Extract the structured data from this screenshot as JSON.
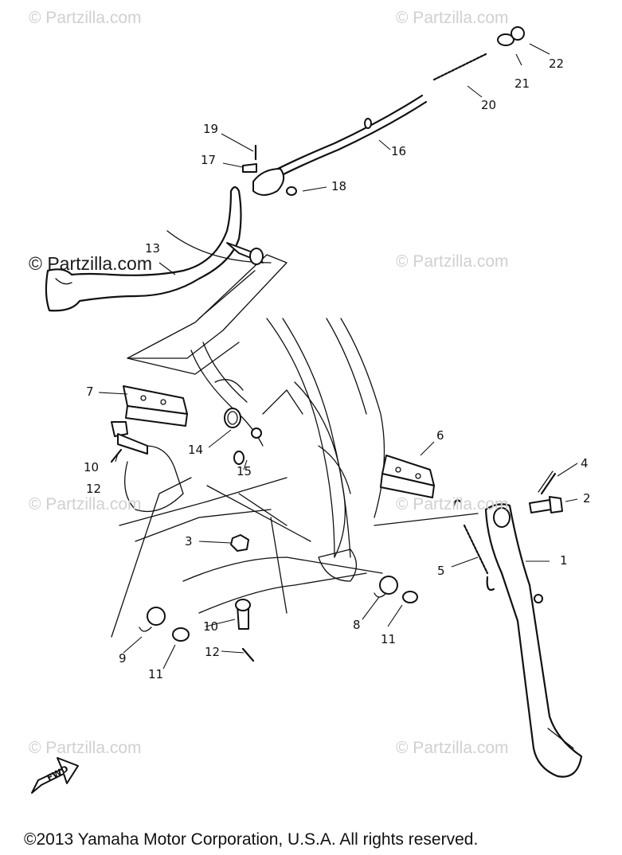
{
  "watermarks": [
    "© Partzilla.com",
    "© Partzilla.com",
    "© Partzilla.com",
    "© Partzilla.com",
    "© Partzilla.com",
    "© Partzilla.com",
    "© Partzilla.com",
    "© Partzilla.com"
  ],
  "watermark_dark": "© Partzilla.com",
  "callouts": [
    "1",
    "2",
    "3",
    "4",
    "5",
    "6",
    "7",
    "8",
    "9",
    "10",
    "10",
    "11",
    "11",
    "12",
    "12",
    "13",
    "14",
    "15",
    "16",
    "17",
    "18",
    "19",
    "20",
    "21",
    "22"
  ],
  "fwd_label": "FWD",
  "copyright": "©2013  Yamaha Motor Corporation, U.S.A. All rights reserved."
}
